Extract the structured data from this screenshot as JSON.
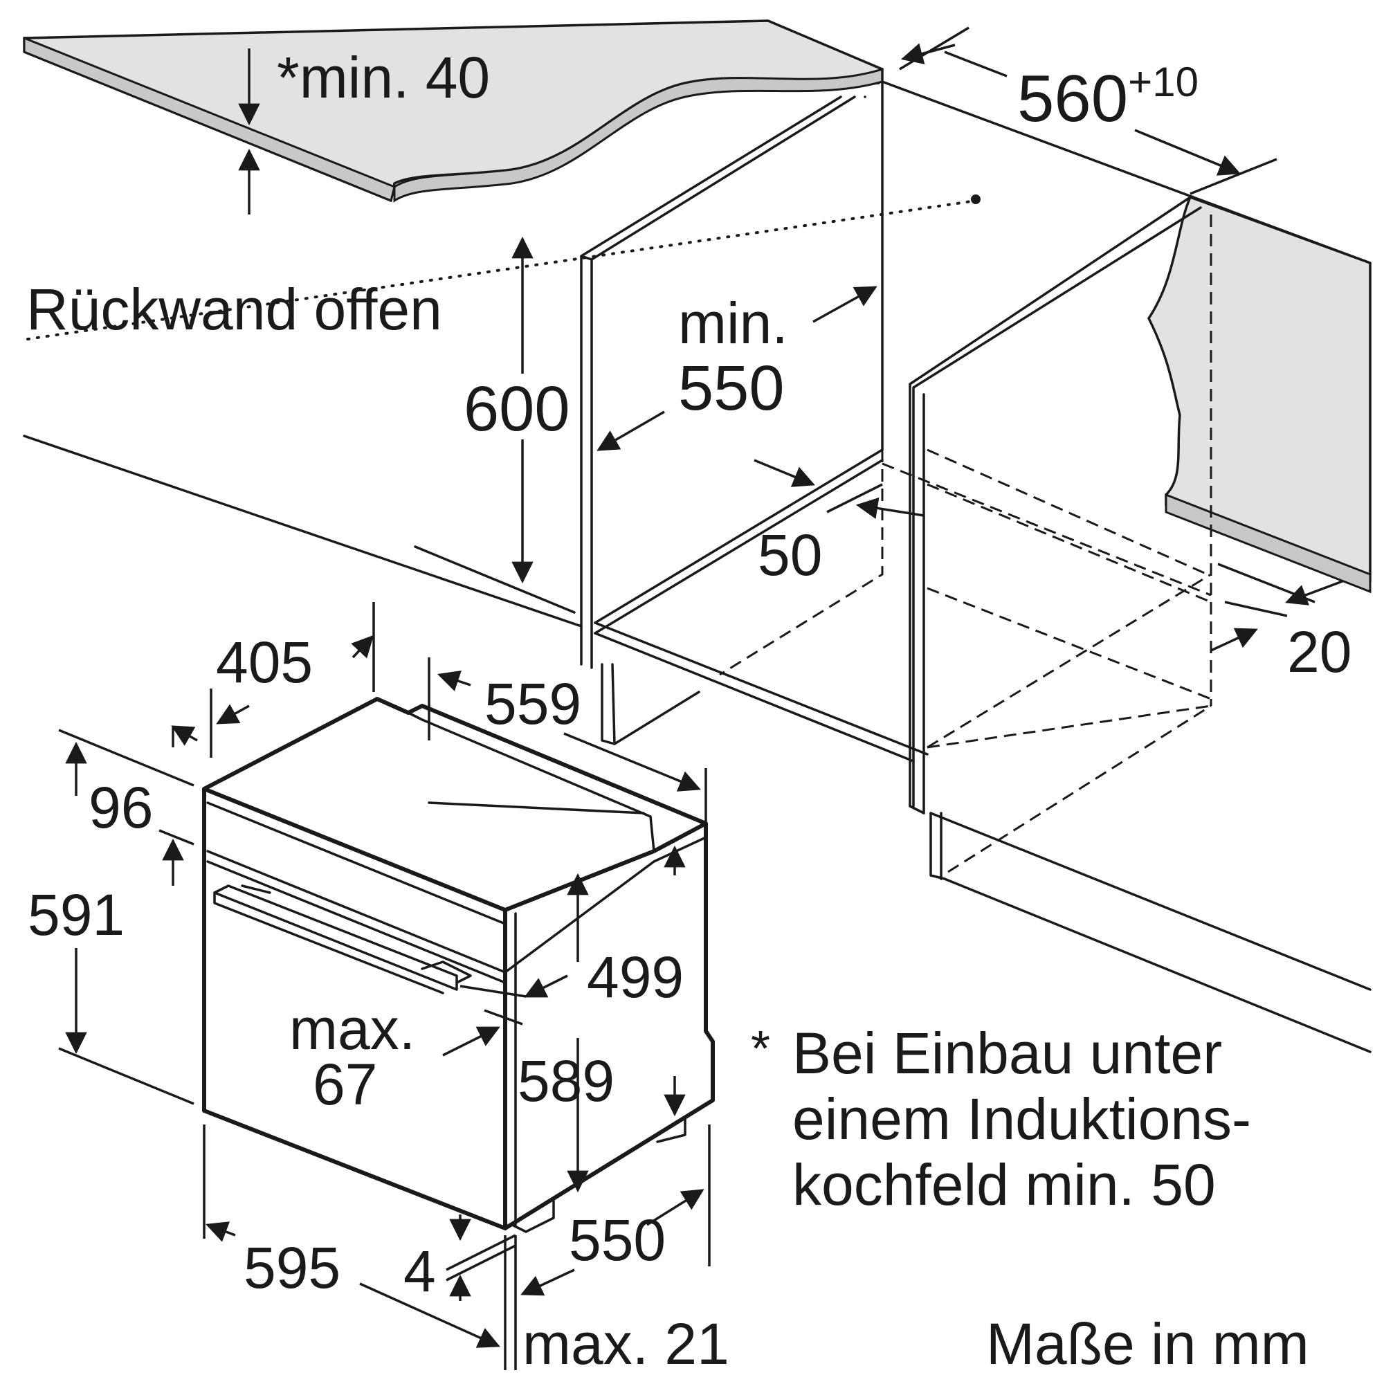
{
  "labels": {
    "min40": "*min. 40",
    "rueckwand": "Rückwand offen",
    "w560": "560",
    "w560_tol": "+10",
    "h600": "600",
    "min550_a": "min.",
    "min550_b": "550",
    "d50": "50",
    "d20": "20",
    "d405": "405",
    "d559": "559",
    "d96": "96",
    "d591": "591",
    "d499": "499",
    "max67_a": "max.",
    "max67_b": "67",
    "d589": "589",
    "d550": "550",
    "d595": "595",
    "d4": "4",
    "max21": "max. 21"
  },
  "note": {
    "star": "*",
    "line1": "Bei Einbau unter",
    "line2": "einem Induktions-",
    "line3": "kochfeld min. 50"
  },
  "units": "Maße in mm"
}
